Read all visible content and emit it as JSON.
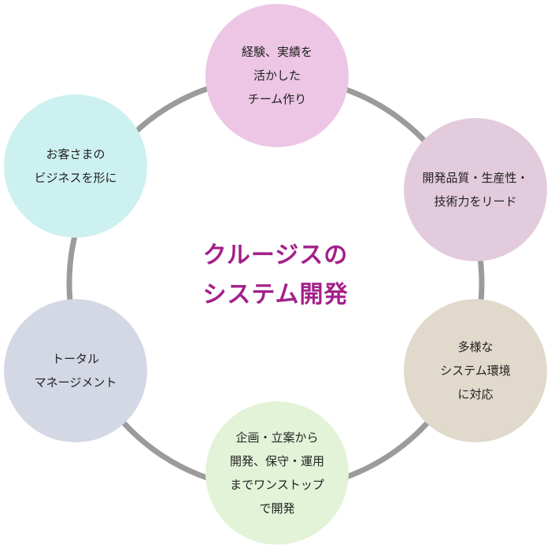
{
  "center": {
    "lines": [
      "クルージスの",
      "システム開発"
    ],
    "color": "#a3208a"
  },
  "ring_color": "#9b9b9b",
  "nodes": [
    {
      "id": "team-building",
      "lines": [
        "経験、実績を",
        "活かした",
        "チーム作り"
      ],
      "color": "#ecc6e4"
    },
    {
      "id": "quality-tech",
      "lines": [
        "開発品質・生産性・",
        "技術力をリード"
      ],
      "color": "#e2cbdc"
    },
    {
      "id": "diverse-env",
      "lines": [
        "多様な",
        "システム環境",
        "に対応"
      ],
      "color": "#e0d9cc"
    },
    {
      "id": "one-stop",
      "lines": [
        "企画・立案から",
        "開発、保守・運用",
        "までワンストップ",
        "で開発"
      ],
      "color": "#e2f3d8"
    },
    {
      "id": "total-management",
      "lines": [
        "トータル",
        "マネージメント"
      ],
      "color": "#d3d8e4"
    },
    {
      "id": "customer-business",
      "lines": [
        "お客さまの",
        "ビジネスを形に"
      ],
      "color": "#cdf0f0"
    }
  ]
}
